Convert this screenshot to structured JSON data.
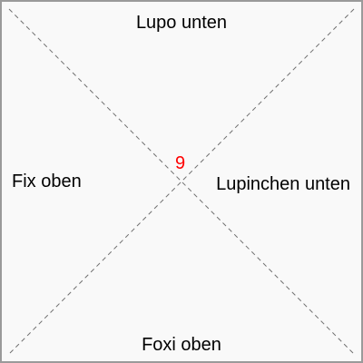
{
  "labels": {
    "top": "Lupo unten",
    "left": "Fix oben",
    "right": "Lupinchen unten",
    "bottom": "Foxi oben"
  },
  "center": {
    "number": "9",
    "color": "#ff0000"
  },
  "colors": {
    "diagonal": "#707070",
    "border": "#9a9a9a",
    "background": "#f9f9f9"
  }
}
